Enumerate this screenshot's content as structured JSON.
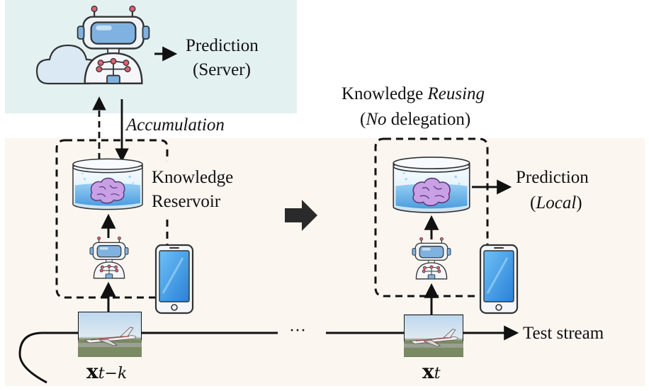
{
  "server": {
    "prediction_label": "Prediction",
    "prediction_sub": "(Server)",
    "accumulation_label": "Accumulation"
  },
  "left_device": {
    "reservoir_label_line1": "Knowledge",
    "reservoir_label_line2": "Reservoir"
  },
  "right_device": {
    "title_prefix": "Knowledge ",
    "title_italic": "Reusing",
    "subtitle_open": "(",
    "subtitle_italic": "No",
    "subtitle_rest": " delegation)",
    "prediction_label": "Prediction",
    "prediction_sub_open": "(",
    "prediction_sub_italic": "Local",
    "prediction_sub_close": ")"
  },
  "stream": {
    "label": "Test stream",
    "ellipsis": "···",
    "left_input_symbol": "x",
    "left_input_subscript": "t−k",
    "right_input_symbol": "x",
    "right_input_subscript": "t"
  },
  "colors": {
    "server_bg": "#e4f1f1",
    "device_bg": "#fcf6f1",
    "phone_screen": "#3d9be6",
    "robot_blue": "#7fb2e0",
    "brain_pink": "#c9a0e6",
    "water_blue": "#5aaee8",
    "node_red": "#e06070"
  },
  "icons": [
    "cloud-icon",
    "robot-icon",
    "brain-jar-icon",
    "phone-icon",
    "airplane-image-icon"
  ]
}
